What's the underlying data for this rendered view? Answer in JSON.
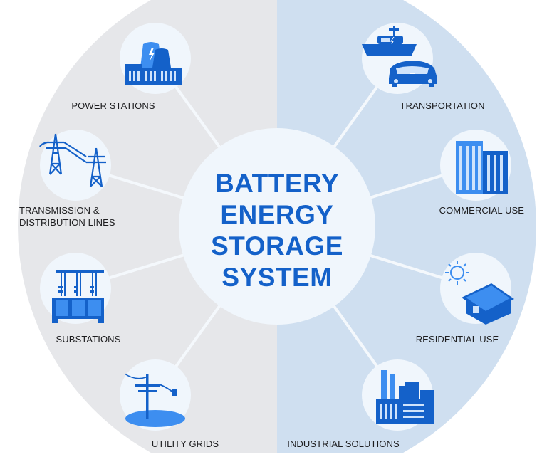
{
  "title_lines": [
    "BATTERY",
    "ENERGY",
    "STORAGE",
    "SYSTEM"
  ],
  "nodes": {
    "power_stations": "POWER STATIONS",
    "transmission_line1": "TRANSMISSION &",
    "transmission_line2": "DISTRIBUTION LINES",
    "substations": "SUBSTATIONS",
    "utility_grids": "UTILITY GRIDS",
    "transportation": "TRANSPORTATION",
    "commercial_use": "COMMERCIAL USE",
    "residential_use": "RESIDENTIAL USE",
    "industrial_solutions": "INDUSTRIAL SOLUTIONS"
  },
  "colors": {
    "left_half": "#e6e7ea",
    "right_half": "#cfdff0",
    "node_fill": "#f0f6fc",
    "accent_blue": "#1461c9",
    "light_blue": "#3d8ef0"
  }
}
